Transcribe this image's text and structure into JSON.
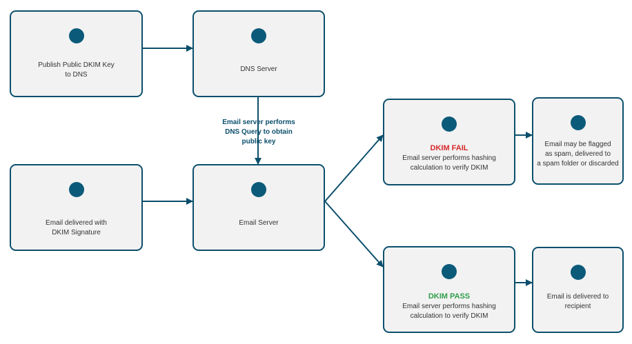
{
  "colors": {
    "border": "#0b4f6c",
    "dot": "#0b5a7a",
    "fail": "#d62828",
    "pass": "#2e9e4a",
    "node_fill": "#f2f2f2"
  },
  "nodes": {
    "publish_key": {
      "text": "Publish Public DKIM Key\nto DNS"
    },
    "dns_server": {
      "text": "DNS Server"
    },
    "email_delivered": {
      "text": "Email delivered with\nDKIM Signature"
    },
    "email_server": {
      "text": "Email Server"
    },
    "dkim_fail": {
      "status": "DKIM FAIL",
      "text": "Email server performs hashing\ncalculation to verify DKIM"
    },
    "dkim_pass": {
      "status": "DKIM PASS",
      "text": "Email server performs hashing\ncalculation to verify DKIM"
    },
    "flagged": {
      "text": "Email may be flagged\nas spam, delivered to\na spam folder or discarded"
    },
    "delivered": {
      "text": "Email is delivered to\nrecipient"
    }
  },
  "edges": {
    "dns_query_label": "Email server performs\nDNS Query to obtain\npublic key"
  }
}
